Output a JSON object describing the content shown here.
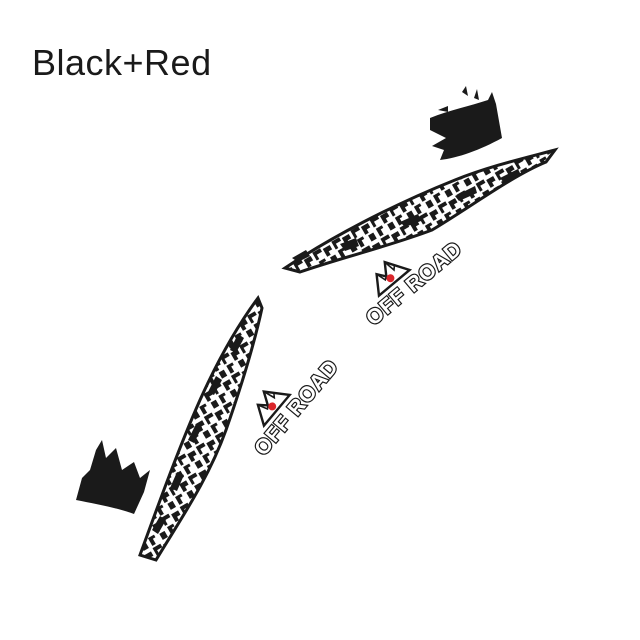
{
  "title": "Black+Red",
  "badge_top": {
    "text": "OFF ROAD",
    "icon": "mountain-icon"
  },
  "badge_bottom": {
    "text": "OFF ROAD",
    "icon": "mountain-icon"
  },
  "colors": {
    "primary": "#1a1a1a",
    "accent": "#d9252a",
    "background": "#ffffff"
  }
}
